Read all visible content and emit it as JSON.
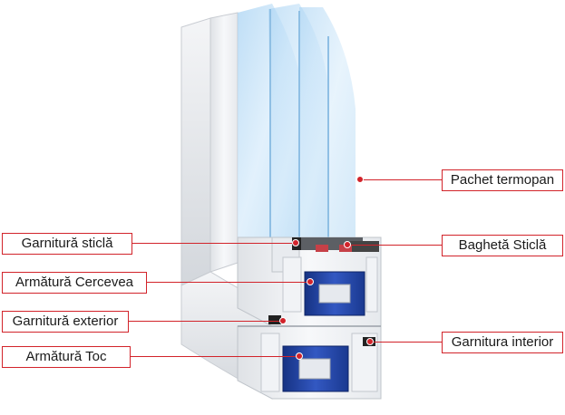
{
  "colors": {
    "accent": "#d2232a",
    "frame_pvc": "#eef0f3",
    "glass": "#bcd9f2",
    "reinforcement": "#1e3f9c",
    "gasket": "#222222"
  },
  "labels": {
    "pachet_termopan": "Pachet termopan",
    "garnitura_sticla": "Garnitură sticlă",
    "bagheta_sticla": "Baghetă Sticlă",
    "armatura_cercevea": "Armătură Cercevea",
    "garnitura_exterior": "Garnitură exterior",
    "garnitura_interior": "Garnitura interior",
    "armatura_toc": "Armătură Toc"
  }
}
